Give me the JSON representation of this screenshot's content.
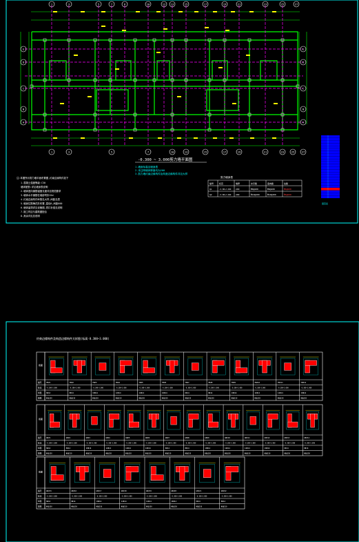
{
  "colors": {
    "background": "#000000",
    "frame": "#00ffff",
    "wall": "#00ff00",
    "axis": "#ff00ff",
    "dimension": "#ffff00",
    "column_fill": "#ff0000",
    "text": "#ffffff",
    "table_line": "#ffffff",
    "legend_block": "#0000ff",
    "legend_highlight": "#ff0000"
  },
  "plan": {
    "title": "-0.300 ~ 3.000剪力墙平面图",
    "top_axes": [
      "1",
      "3",
      "5",
      "7",
      "8",
      "10",
      "12",
      "13",
      "15",
      "17",
      "19",
      "21",
      "23",
      "25",
      "27"
    ],
    "bottom_axes": [
      "1",
      "3",
      "5",
      "7",
      "10",
      "13",
      "15",
      "17",
      "19",
      "21",
      "23",
      "25",
      "27"
    ],
    "left_axes": [
      "E",
      "D",
      "C",
      "B",
      "A"
    ],
    "right_axes": [
      "E",
      "D",
      "C",
      "B",
      "A"
    ],
    "sub_title_lines": [
      "1.墙身标高见墙身表",
      "2.未注明墙体厚度均为200",
      "3.剪力墙约束边缘构件及构造边缘构件详见大样"
    ],
    "notes": [
      "注:本图所示剪力墙平面布置图,约束边缘构件如下",
      "1.混凝土强度等级:C30",
      "墙体配筋:详见墙身表说明",
      "2.墙体竖向钢筋锚固长度详见规范要求",
      "3.墙体水平钢筋在端部弯折15d",
      "4.约束边缘构件纵筋见大样,间距见表",
      "5.墙身拉筋梅花形布置,直径6,间距600",
      "6.墙体留洞详见设备图,洞口补强见说明",
      "7.施工时应与建筑图配合",
      "8.其余详见总说明"
    ],
    "wall_table": {
      "title": "剪力墙身表",
      "headers": [
        "编号",
        "标高",
        "墙厚",
        "水平筋",
        "竖向筋",
        "拉筋"
      ],
      "rows": [
        [
          "Q1",
          "-0.300~3.000",
          "200",
          "Φ8@200",
          "Φ8@200",
          "Φ6@600"
        ],
        [
          "Q2",
          "-0.300~3.000",
          "200",
          "Φ10@200",
          "Φ10@200",
          "Φ6@600"
        ]
      ]
    },
    "floor_legend": {
      "title": "层高表",
      "rows": 24
    }
  },
  "detail_sheet": {
    "title": "约束边缘构件及构造边缘构件大样图(标高-0.300~3.000)",
    "row_labels": [
      "截面",
      "编号",
      "标高",
      "纵筋",
      "箍筋"
    ],
    "row1_ids": [
      "YBZ1",
      "YBZ2",
      "YBZ3",
      "YBZ4",
      "YBZ5",
      "YBZ6",
      "YBZ7",
      "YBZ8",
      "YBZ9",
      "YBZ10",
      "YBZ11",
      "YBZ12"
    ],
    "row2_ids": [
      "GBZ1",
      "GBZ2",
      "GBZ3",
      "GBZ4",
      "GBZ5",
      "GBZ6",
      "GBZ7",
      "GBZ8",
      "GBZ9",
      "GBZ10",
      "GBZ11",
      "GBZ12",
      "GBZ13",
      "GBZ14"
    ],
    "row3_ids": [
      "GBZ15",
      "GBZ16",
      "GBZ17",
      "GBZ18",
      "GBZ19",
      "GBZ20",
      "GBZ21",
      "GBZ22"
    ],
    "elevation": "-0.300~3.000",
    "rebar": [
      "6Φ14",
      "8Φ14",
      "10Φ14",
      "12Φ14",
      "14Φ14",
      "16Φ14"
    ],
    "stirrup": "Φ8@150"
  }
}
